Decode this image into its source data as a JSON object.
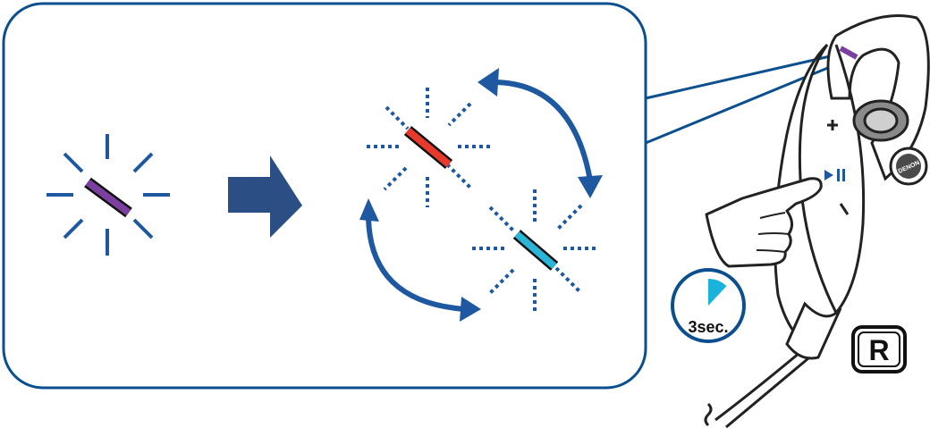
{
  "timer": {
    "label": "3sec.",
    "fraction_elapsed": 0.12
  },
  "side_badge": {
    "label": "R"
  },
  "earpiece": {
    "brand": "DENON"
  },
  "colors": {
    "panel_border": "#0c4f8f",
    "arrow_fill": "#2b4f84",
    "cycle_arrows": "#1d58a0",
    "led_purple": "#7b3fa0",
    "led_red": "#e83a2c",
    "led_cyan": "#2bb5d6",
    "timer_fill": "#1ab3dc",
    "ray_color": "#1d58a0"
  },
  "icons": [
    "led-blink-icon",
    "right-arrow-icon",
    "cycle-arrow-icon",
    "hand-pointer-icon",
    "plus-icon",
    "play-pause-icon",
    "minus-icon",
    "timer-icon"
  ]
}
